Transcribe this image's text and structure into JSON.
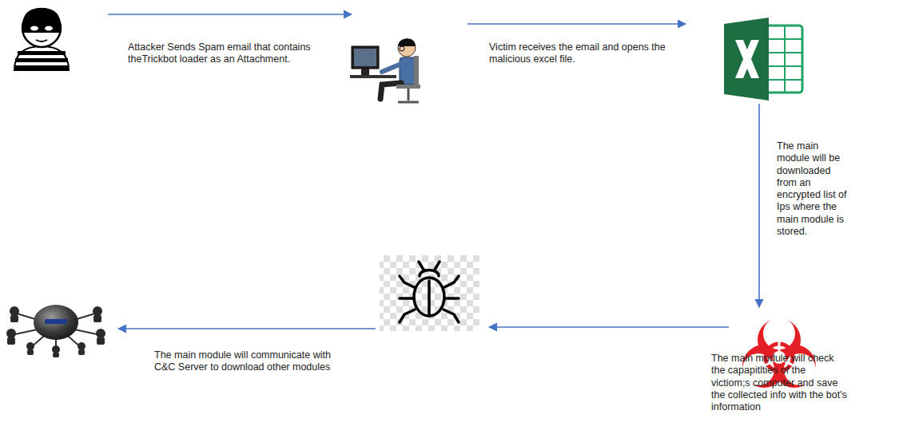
{
  "diagram": {
    "nodes": [
      {
        "text": []
      },
      {
        "text": []
      },
      {
        "text": []
      },
      {
        "text": []
      },
      {
        "text": []
      },
      {
        "text": []
      }
    ],
    "edges": [
      {
        "from": 0,
        "to": 1,
        "arrow": "to",
        "label": "Attacker Sends Spam email that contains theTrickbot loader as an Attachment."
      },
      {
        "from": 1,
        "to": 2,
        "arrow": "to",
        "label": "Victim receives the email and opens the malicious excel file."
      },
      {
        "from": 2,
        "to": 3,
        "arrow": "to",
        "label": "The main module will be downloaded from an encrypted list of Ips where the main module is stored."
      },
      {
        "from": 3,
        "to": 4,
        "arrow": "to",
        "label": "The main module will check the capapitlties of the victiom;s computer and save the collected info with the bot's information"
      },
      {
        "from": 4,
        "to": 5,
        "arrow": "to",
        "label": "The main module will communicate with C&C Server to download other modules"
      }
    ]
  }
}
